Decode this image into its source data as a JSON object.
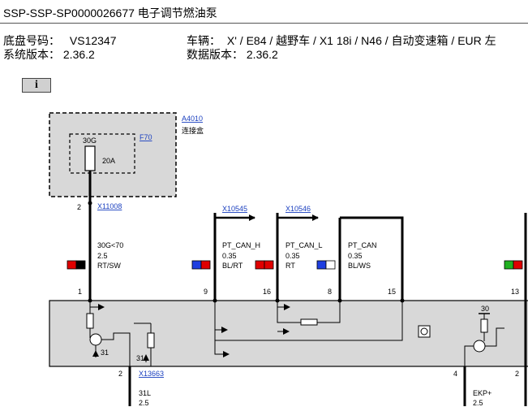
{
  "header": {
    "title": "SSP-SSP-SP0000026677 电子调节燃油泵",
    "chassis_label": "底盘号码：",
    "chassis_value": "VS12347",
    "sysver_label": "系统版本：",
    "sysver_value": "2.36.2",
    "vehicle_label": "车辆：",
    "vehicle_value": "X' / E84 / 越野车 / X1 18i / N46 / 自动变速箱 / EUR 左",
    "dataver_label": "数据版本：",
    "dataver_value": "2.36.2"
  },
  "info_button": "i",
  "diagram": {
    "box": {
      "id": "A4010",
      "name": "连接盒"
    },
    "fuse": {
      "terminal": "30G",
      "id": "F70",
      "rating": "20A"
    },
    "connectors": {
      "top_fuse": {
        "pin": "2",
        "id": "X11008"
      },
      "can_h": {
        "id": "X10545"
      },
      "can_l": {
        "id": "X10546"
      },
      "bottom_left": {
        "pin": "2",
        "id": "X13663"
      },
      "bottom_right": {
        "pin_left": "4",
        "pin_right": "2"
      }
    },
    "wires": [
      {
        "signal": "30G<70",
        "size": "2.5",
        "color": "RT/SW",
        "pin": "1",
        "c1": "#e00000",
        "c2": "#000000"
      },
      {
        "signal": "PT_CAN_H",
        "size": "0.35",
        "color": "BL/RT",
        "pin_a": "9",
        "pin_b": "16",
        "c1": "#1f3fe0",
        "c2": "#e00000"
      },
      {
        "signal": "PT_CAN_L",
        "size": "0.35",
        "color": "RT",
        "pin": "8",
        "c1": "#1f3fe0",
        "c2": "#ffffff"
      },
      {
        "signal": "PT_CAN",
        "size": "0.35",
        "color": "BL/WS",
        "pin": "15"
      },
      {
        "pin": "13",
        "c1": "#20b020",
        "c2": "#e00000"
      }
    ],
    "ecu_labels": {
      "ground_a": "31",
      "ground_b": "31",
      "supply": "30"
    },
    "bottom_wires": [
      {
        "signal": "31L",
        "size": "2.5"
      },
      {
        "signal": "EKP+",
        "size": "2.5"
      }
    ]
  }
}
